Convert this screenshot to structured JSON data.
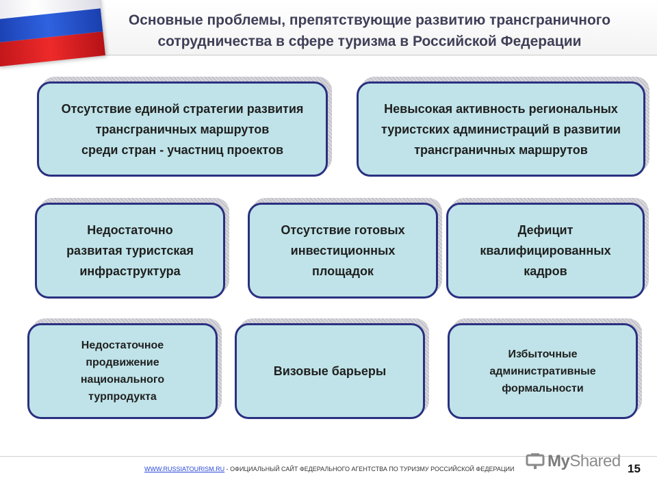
{
  "title": {
    "line1": "Основные проблемы, препятствующие развитию трансграничного",
    "line2": "сотрудничества в сфере туризма в Российской Федерации"
  },
  "boxes": {
    "b1": [
      "Отсутствие единой стратегии развития",
      "трансграничных маршрутов",
      "среди стран - участниц проектов"
    ],
    "b2": [
      "Невысокая активность региональных",
      "туристских администраций в развитии",
      "трансграничных маршрутов"
    ],
    "b3": [
      "Недостаточно",
      "развитая туристская",
      "инфраструктура"
    ],
    "b4": [
      "Отсутствие готовых",
      "инвестиционных",
      "площадок"
    ],
    "b5": [
      "Дефицит",
      "квалифицированных",
      "кадров"
    ],
    "b6": [
      "Недостаточное",
      "продвижение",
      "национального",
      "турпродукта"
    ],
    "b7": [
      "Визовые барьеры"
    ],
    "b8": [
      "Избыточные",
      "административные",
      "формальности"
    ]
  },
  "footer": {
    "link": "WWW.RUSSIATOURISM.RU",
    "text": " - ОФИЦИАЛЬНЫЙ САЙТ ФЕДЕРАЛЬНОГО АГЕНТСТВА ПО ТУРИЗМУ РОССИЙСКОЙ ФЕДЕРАЦИИ",
    "page_number": "15",
    "logo_text_1": "My",
    "logo_text_2": "Shared"
  },
  "colors": {
    "box_fill": "#bfe3e8",
    "box_border": "#2a2f80",
    "title": "#3f3f58"
  }
}
